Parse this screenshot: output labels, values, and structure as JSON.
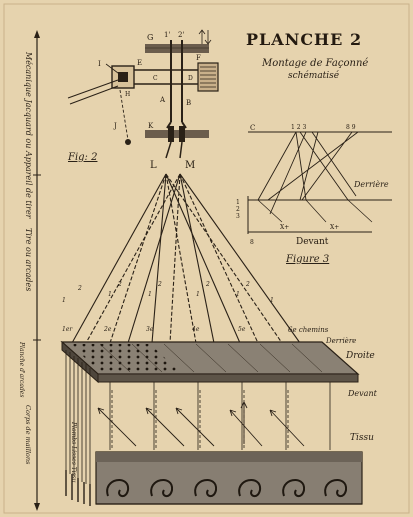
{
  "title": "PLANCHE 2",
  "subtitle_line1": "Montage de Façonné",
  "subtitle_line2": "schématisé",
  "fig2_label": "Fig: 2",
  "fig3_label": "Figure 3",
  "side_left_top": "Mécanique Jacquard ou Appareil de tirer",
  "side_left_mid": "Tire ou arcades",
  "side_left_low1": "Planche d'arcades",
  "side_left_low2": "Corps de maillons",
  "side_left_low3": "Plombs Lisses Tissu",
  "lbl_chemins": "6e chemins",
  "lbl_derriere": "Derrière",
  "lbl_droite": "Droite",
  "lbl_devant": "Devant",
  "lbl_tissu": "Tissu",
  "fig3_derriere": "Derrière",
  "fig3_devant": "Devant",
  "mech_letters": [
    "G",
    "1'",
    "2'",
    "E",
    "F",
    "A",
    "B",
    "C",
    "D",
    "H",
    "I",
    "J",
    "K",
    "L",
    "M"
  ],
  "colors": {
    "paper": "#e6d3ae",
    "ink": "#2a2117",
    "board": "#7d7366"
  }
}
